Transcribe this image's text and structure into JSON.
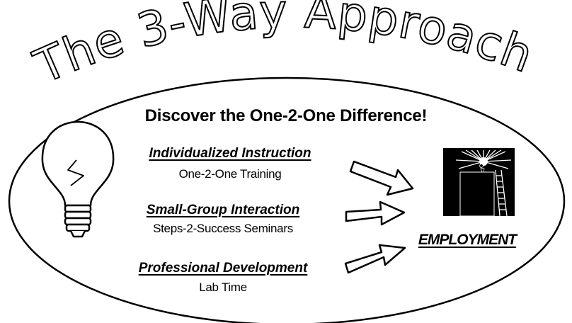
{
  "title": "The 3-Way Approach",
  "subtitle": "Discover the One-2-One Difference!",
  "approaches": [
    {
      "heading": "Individualized Instruction",
      "description": "One-2-One Training"
    },
    {
      "heading": "Small-Group Interaction",
      "description": "Steps-2-Success Seminars"
    },
    {
      "heading": "Professional Development",
      "description": "Lab Time"
    }
  ],
  "outcome": "EMPLOYMENT",
  "icons": {
    "left": "lightbulb-icon",
    "right": "ladder-to-light-icon",
    "arrows": "outline-arrow-icon"
  },
  "colors": {
    "ink": "#000000",
    "background": "#ffffff"
  }
}
